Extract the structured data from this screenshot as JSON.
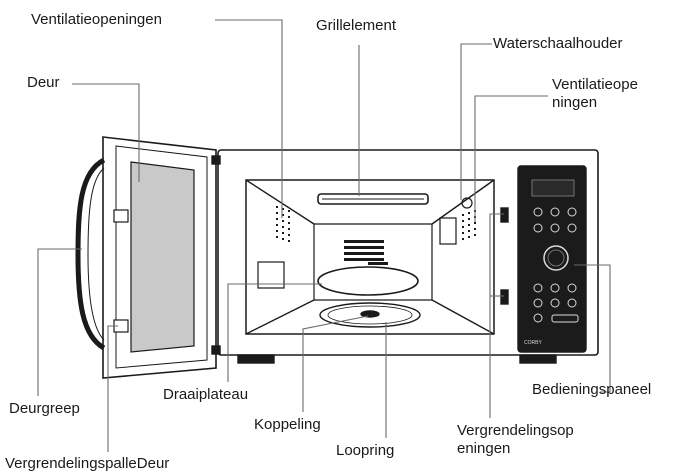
{
  "labels": {
    "ventilatieopeningen_top": "Ventilatieopeningen",
    "grillelement": "Grillelement",
    "waterschaalhouder": "Waterschaalhouder",
    "deur": "Deur",
    "ventilatieopeningen_right_line1": "Ventilatieope",
    "ventilatieopeningen_right_line2": "ningen",
    "draaiplateau": "Draaiplateau",
    "bedieningspaneel": "Bedieningspaneel",
    "deurgreep": "Deurgreep",
    "koppeling": "Koppeling",
    "vergrendelingsopeningen_line1": "Vergrendelingsop",
    "vergrendelingsopeningen_line2": "eningen",
    "loopring": "Loopring",
    "vergrendelingspalledeur": "VergrendelingspalleDeur"
  },
  "panel_brand": "CORBY",
  "colors": {
    "outline": "#1a1a1a",
    "glass": "#c9c9c9",
    "panel": "#1b1b1b",
    "leader": "#6b6b6b"
  }
}
